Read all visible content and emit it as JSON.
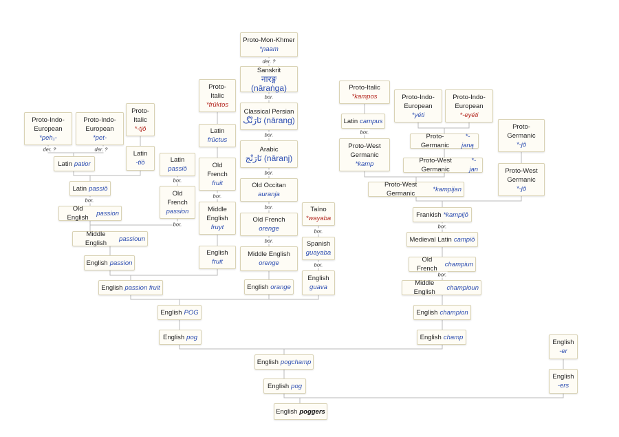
{
  "nodes": [
    {
      "id": "proto_mon_khmer",
      "lang": "Proto-Mon-Khmer",
      "term": "*ɲaam"
    },
    {
      "id": "sanskrit",
      "lang": "Sanskrit",
      "term": "नारङ्ग (nāraṅga)"
    },
    {
      "id": "classical_persian",
      "lang": "Classical Persian",
      "term": "نَارَنْگ (nārang)"
    },
    {
      "id": "arabic",
      "lang": "Arabic",
      "term": "نَارَنْج (nāranj)"
    },
    {
      "id": "old_occitan",
      "lang": "Old Occitan",
      "term": "auranja"
    },
    {
      "id": "old_french_orenge",
      "lang": "Old French",
      "term": "orenge"
    },
    {
      "id": "middle_english_orenge",
      "lang": "Middle English",
      "term": "orenge"
    },
    {
      "id": "english_orange",
      "lang": "English",
      "term": "orange"
    },
    {
      "id": "proto_italic_fruktos",
      "lang": "Proto-\nItalic",
      "term": "*frūktos",
      "red": true
    },
    {
      "id": "latin_fructus",
      "lang": "Latin",
      "term": "frūctus"
    },
    {
      "id": "old_french_fruit",
      "lang": "Old\nFrench",
      "term": "fruit"
    },
    {
      "id": "middle_english_fruyt",
      "lang": "Middle\nEnglish",
      "term": "fruyt"
    },
    {
      "id": "english_fruit",
      "lang": "English",
      "term": "fruit"
    },
    {
      "id": "taino",
      "lang": "Taíno",
      "term": "*wayaba",
      "red": true
    },
    {
      "id": "spanish",
      "lang": "Spanish",
      "term": "guayaba"
    },
    {
      "id": "english_guava",
      "lang": "English",
      "term": "guava"
    },
    {
      "id": "pie_peh",
      "lang": "Proto-Indo-\nEuropean",
      "term": "*peh₁-"
    },
    {
      "id": "pie_pet",
      "lang": "Proto-Indo-\nEuropean",
      "term": "*pet-"
    },
    {
      "id": "proto_italic_tjo",
      "lang": "Proto-\nItalic",
      "term": "*-tjō",
      "red": true
    },
    {
      "id": "latin_tio",
      "lang": "Latin",
      "term": "-tiō"
    },
    {
      "id": "latin_patior",
      "lang": "Latin",
      "term": "patior"
    },
    {
      "id": "latin_passio_a",
      "lang": "Latin",
      "term": "passiō"
    },
    {
      "id": "latin_passio_b",
      "lang": "Latin",
      "term": "passiō"
    },
    {
      "id": "old_french_passion",
      "lang": "Old\nFrench",
      "term": "passion"
    },
    {
      "id": "old_english_passion",
      "lang": "Old English",
      "term": "passion"
    },
    {
      "id": "middle_english_passioun",
      "lang": "Middle English",
      "term": "passioun"
    },
    {
      "id": "english_passion",
      "lang": "English",
      "term": "passion"
    },
    {
      "id": "english_passion_fruit",
      "lang": "English",
      "term": "passion fruit"
    },
    {
      "id": "english_pog_caps",
      "lang": "English",
      "term": "POG"
    },
    {
      "id": "english_pog1",
      "lang": "English",
      "term": "pog"
    },
    {
      "id": "proto_italic_kampos",
      "lang": "Proto-Italic",
      "term": "*kampos",
      "red": true
    },
    {
      "id": "latin_campus",
      "lang": "Latin",
      "term": "campus"
    },
    {
      "id": "pwg_kamp",
      "lang": "Proto-West\nGermanic",
      "term": "*kamp"
    },
    {
      "id": "pie_yeti",
      "lang": "Proto-Indo-\nEuropean",
      "term": "*yéti"
    },
    {
      "id": "pie_eyeti",
      "lang": "Proto-Indo-\nEuropean",
      "term": "*-eyéti",
      "red": true
    },
    {
      "id": "pg_jana",
      "lang": "Proto-Germanic",
      "term": "*-janą"
    },
    {
      "id": "pwg_jan",
      "lang": "Proto-West Germanic",
      "term": "*-jan"
    },
    {
      "id": "pg_jo",
      "lang": "Proto-\nGermanic",
      "term": "*-jō"
    },
    {
      "id": "pwg_jo",
      "lang": "Proto-West\nGermanic",
      "term": "*-jō"
    },
    {
      "id": "pwg_kampijan",
      "lang": "Proto-West Germanic",
      "term": "*kampijan"
    },
    {
      "id": "frankish",
      "lang": "Frankish",
      "term": "*kampijō"
    },
    {
      "id": "medieval_latin",
      "lang": "Medieval Latin",
      "term": "campiō"
    },
    {
      "id": "old_french_champiun",
      "lang": "Old French",
      "term": "champiun"
    },
    {
      "id": "middle_english_champioun",
      "lang": "Middle English",
      "term": "champioun"
    },
    {
      "id": "english_champion",
      "lang": "English",
      "term": "champion"
    },
    {
      "id": "english_champ",
      "lang": "English",
      "term": "champ"
    },
    {
      "id": "english_pogchamp",
      "lang": "English",
      "term": "pogchamp"
    },
    {
      "id": "english_pog2",
      "lang": "English",
      "term": "pog"
    },
    {
      "id": "english_er",
      "lang": "English",
      "term": "-er"
    },
    {
      "id": "english_ers",
      "lang": "English",
      "term": "-ers"
    },
    {
      "id": "english_poggers",
      "lang": "English",
      "term": "poggers",
      "bold": true
    }
  ],
  "edge_labels": [
    {
      "id": "l_der_1",
      "text": "der. ?"
    },
    {
      "id": "l_bor_1",
      "text": "bor."
    },
    {
      "id": "l_bor_2",
      "text": "bor."
    },
    {
      "id": "l_bor_3",
      "text": "bor."
    },
    {
      "id": "l_bor_4",
      "text": "bor."
    },
    {
      "id": "l_bor_5",
      "text": "bor."
    },
    {
      "id": "l_bor_6",
      "text": "bor."
    },
    {
      "id": "l_bor_7",
      "text": "bor."
    },
    {
      "id": "l_der_2",
      "text": "der. ?"
    },
    {
      "id": "l_der_3",
      "text": "der. ?"
    },
    {
      "id": "l_bor_8",
      "text": "bor."
    },
    {
      "id": "l_bor_9",
      "text": "bor."
    },
    {
      "id": "l_bor_10",
      "text": "bor."
    },
    {
      "id": "l_bor_11",
      "text": "bor."
    },
    {
      "id": "l_bor_12",
      "text": "bor."
    },
    {
      "id": "l_bor_13",
      "text": "bor."
    },
    {
      "id": "l_bor_14",
      "text": "bor."
    }
  ],
  "colors": {
    "term": "#2a4bb0",
    "reconstructed": "#b3261e",
    "line": "#b8b8b8",
    "box_border": "#d9d2b4",
    "box_bg": "#fefcf5"
  }
}
